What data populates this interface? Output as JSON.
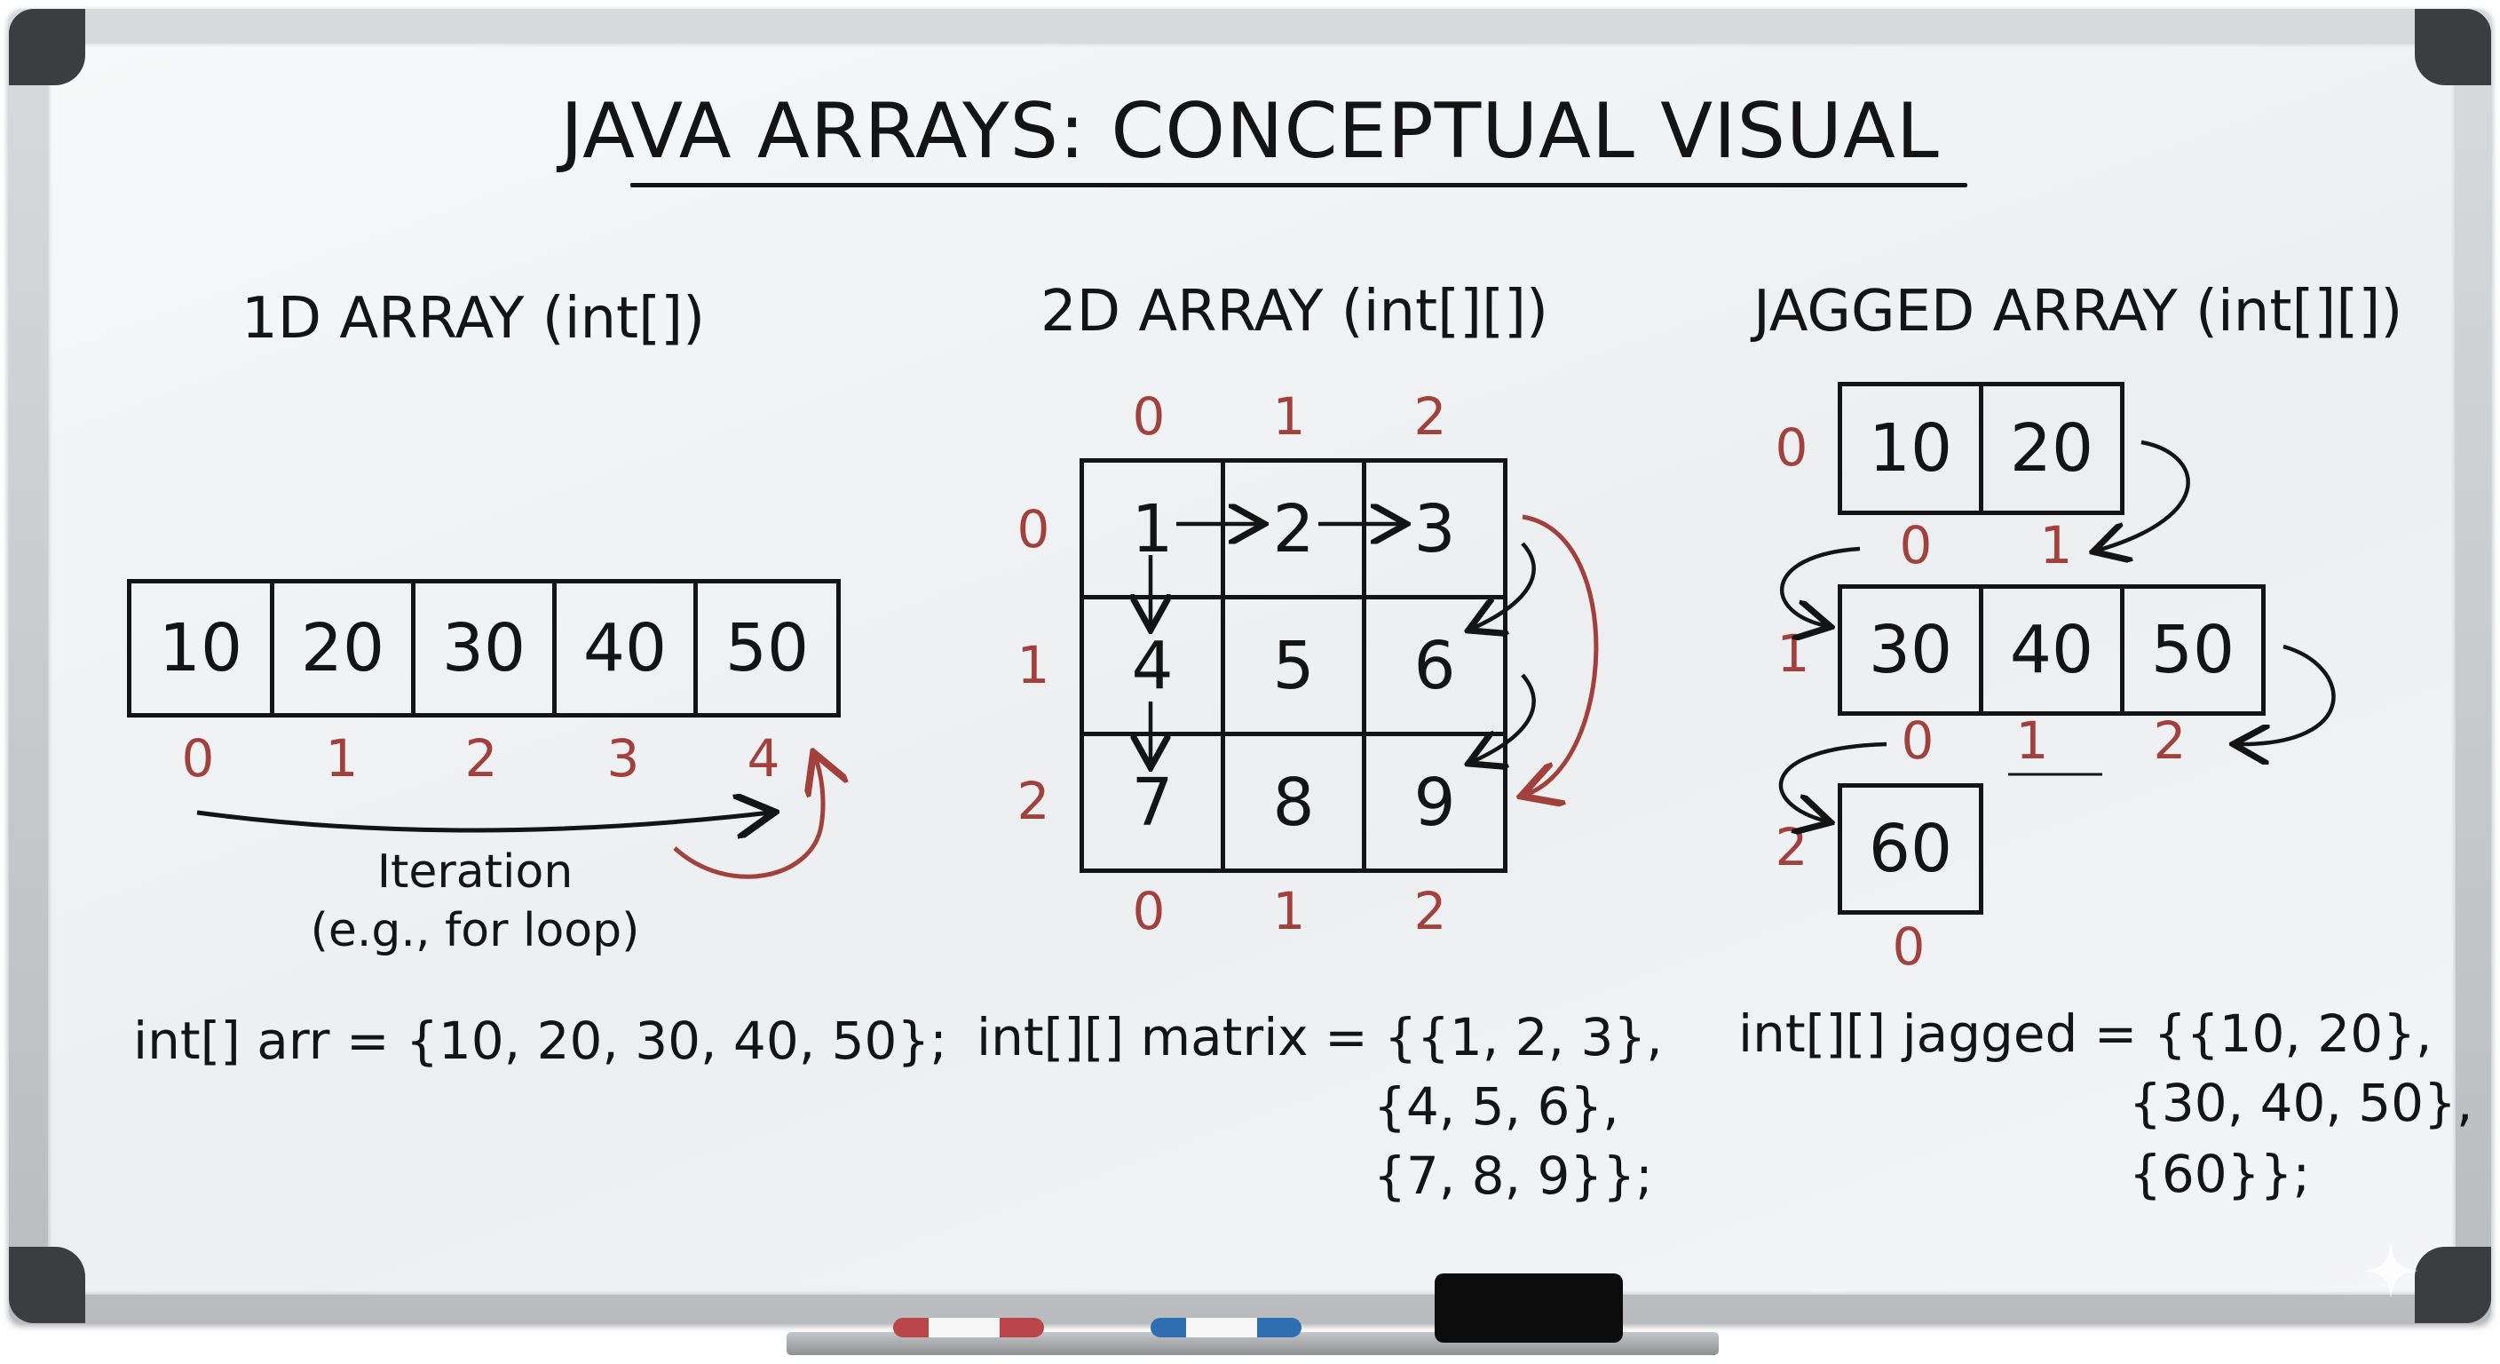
{
  "title": "JAVA ARRAYS: CONCEPTUAL VISUAL",
  "colors": {
    "ink": "#141414",
    "index": "#a2403e",
    "board": "#eef0f2",
    "frame": "#c4c6c8"
  },
  "one_d": {
    "heading": "1D ARRAY (int[])",
    "values": [
      "10",
      "20",
      "30",
      "40",
      "50"
    ],
    "indices": [
      "0",
      "1",
      "2",
      "3",
      "4"
    ],
    "note_line1": "Iteration",
    "note_line2": "(e.g., for loop)",
    "code": "int[] arr = {10, 20, 30, 40, 50};"
  },
  "two_d": {
    "heading": "2D ARRAY (int[][])",
    "col_indices_top": [
      "0",
      "1",
      "2"
    ],
    "col_indices_bottom": [
      "0",
      "1",
      "2"
    ],
    "row_indices": [
      "0",
      "1",
      "2"
    ],
    "rows": [
      [
        "1",
        "2",
        "3"
      ],
      [
        "4",
        "5",
        "6"
      ],
      [
        "7",
        "8",
        "9"
      ]
    ],
    "code_line1": "int[][] matrix = {{1, 2, 3},",
    "code_line2": "{4, 5, 6},",
    "code_line3": "{7, 8, 9}};"
  },
  "jagged": {
    "heading": "JAGGED ARRAY (int[][])",
    "row_indices": [
      "0",
      "1",
      "2"
    ],
    "rows": [
      [
        "10",
        "20"
      ],
      [
        "30",
        "40",
        "50"
      ],
      [
        "60"
      ]
    ],
    "row0_col_indices": [
      "0",
      "1"
    ],
    "row1_col_indices": [
      "0",
      "1",
      "2"
    ],
    "row2_col_indices": [
      "0"
    ],
    "code_line1": "int[][] jagged = {{10, 20},",
    "code_line2": "{30, 40, 50},",
    "code_line3": "{60}};"
  }
}
